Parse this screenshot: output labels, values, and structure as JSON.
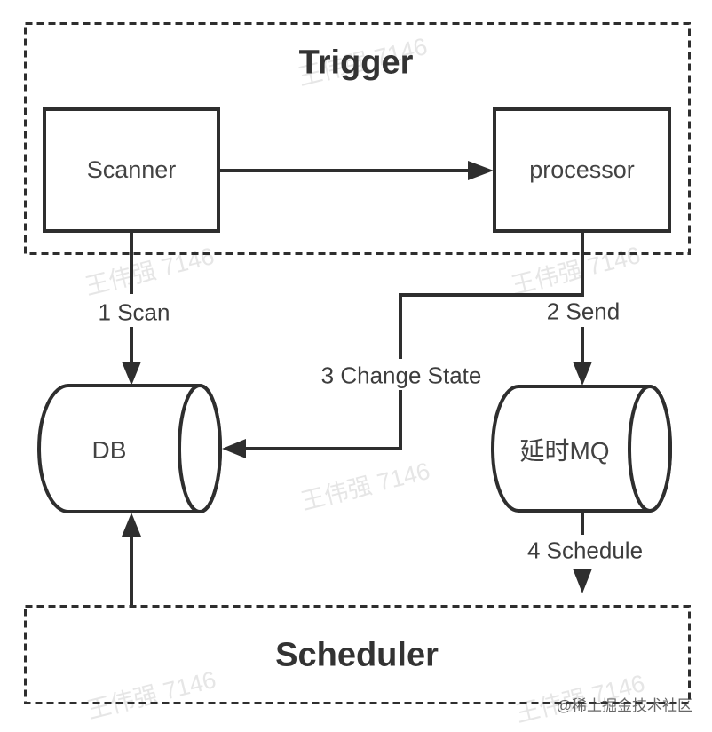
{
  "diagram": {
    "groups": [
      {
        "id": "trigger",
        "title": "Trigger",
        "contains": [
          "Scanner",
          "processor"
        ]
      },
      {
        "id": "scheduler",
        "title": "Scheduler",
        "contains": []
      }
    ],
    "nodes": [
      {
        "id": "scanner",
        "label": "Scanner",
        "shape": "rect"
      },
      {
        "id": "processor",
        "label": "processor",
        "shape": "rect"
      },
      {
        "id": "db",
        "label": "DB",
        "shape": "cylinder"
      },
      {
        "id": "delay-mq",
        "label": "延时MQ",
        "shape": "cylinder"
      }
    ],
    "edges": [
      {
        "step": "",
        "label": "",
        "from": "Scanner",
        "to": "processor"
      },
      {
        "step": "1",
        "label": "1 Scan",
        "from": "Scanner",
        "to": "DB"
      },
      {
        "step": "2",
        "label": "2 Send",
        "from": "processor",
        "to": "延时MQ"
      },
      {
        "step": "3",
        "label": "3 Change State",
        "from": "processor",
        "to": "DB"
      },
      {
        "step": "4",
        "label": "4 Schedule",
        "from": "延时MQ",
        "to": "Scheduler"
      },
      {
        "step": "",
        "label": "",
        "from": "Scheduler",
        "to": "DB"
      }
    ]
  },
  "watermark": {
    "text": "王伟强 7146"
  },
  "credit": {
    "text": "@稀土掘金技术社区"
  },
  "colors": {
    "background": "#ffffff",
    "line": "#2e2e2e",
    "text": "#3d3d3d",
    "watermark": "#e6e6e6",
    "credit": "#3c3c3c"
  }
}
